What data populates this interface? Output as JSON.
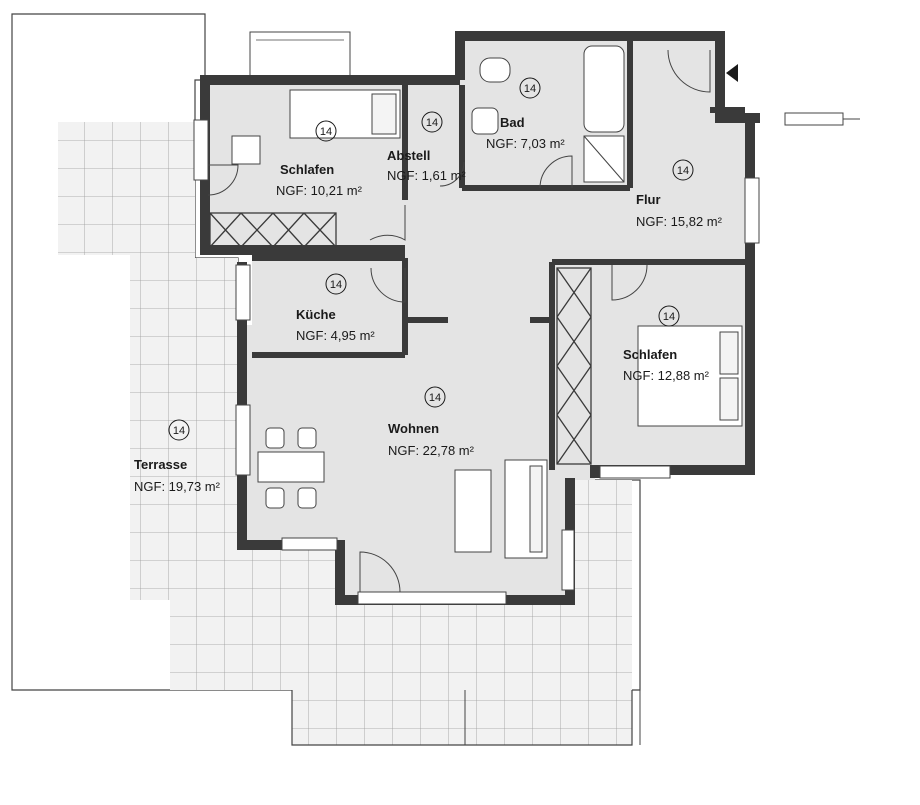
{
  "colors": {
    "wall": "#3a3a3a",
    "floor": "#e4e4e4",
    "terrace": "#f2f2f2",
    "grid": "#9a9a9a",
    "line": "#444444",
    "background": "#ffffff"
  },
  "rooms": {
    "schlafen1": {
      "name": "Schlafen",
      "area": "NGF: 10,21 m²",
      "badge": "14"
    },
    "abstell": {
      "name": "Abstell",
      "area": "NGF: 1,61 m²",
      "badge": "14"
    },
    "bad": {
      "name": "Bad",
      "area": "NGF: 7,03 m²",
      "badge": "14"
    },
    "flur": {
      "name": "Flur",
      "area": "NGF: 15,82 m²",
      "badge": "14"
    },
    "kueche": {
      "name": "Küche",
      "area": "NGF: 4,95 m²",
      "badge": "14"
    },
    "schlafen2": {
      "name": "Schlafen",
      "area": "NGF: 12,88 m²",
      "badge": "14"
    },
    "wohnen": {
      "name": "Wohnen",
      "area": "NGF: 22,78 m²",
      "badge": "14"
    },
    "terrasse": {
      "name": "Terrasse",
      "area": "NGF: 19,73 m²",
      "badge": "14"
    }
  },
  "icons": {
    "entrance": "entrance-arrow-icon"
  }
}
